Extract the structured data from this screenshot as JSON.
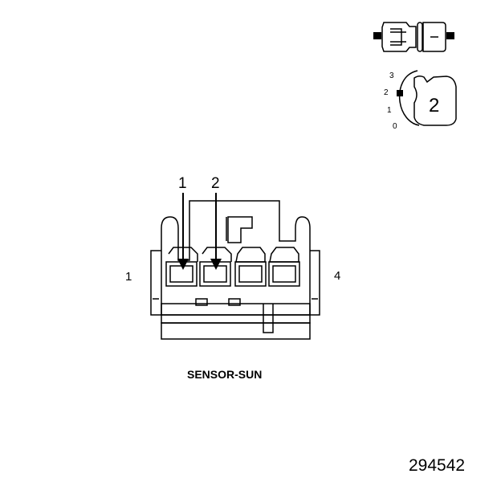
{
  "connector": {
    "caption": "SENSOR-SUN",
    "pin_left_label": "1",
    "pin_right_label": "4",
    "arrow_labels": [
      "1",
      "2"
    ]
  },
  "side_view": {
    "position_labels": [
      "3",
      "2",
      "1",
      "0"
    ],
    "badge": "2"
  },
  "figure_id": "294542"
}
